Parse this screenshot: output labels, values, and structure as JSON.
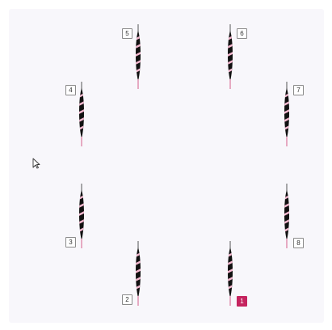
{
  "puzzle": {
    "selected_index": 0,
    "needles": [
      {
        "label": "1",
        "selected": true
      },
      {
        "label": "2",
        "selected": false
      },
      {
        "label": "3",
        "selected": false
      },
      {
        "label": "4",
        "selected": false
      },
      {
        "label": "5",
        "selected": false
      },
      {
        "label": "6",
        "selected": false
      },
      {
        "label": "7",
        "selected": false
      },
      {
        "label": "8",
        "selected": false
      }
    ]
  },
  "colors": {
    "board_background": "#f8f7fb",
    "needle_stripe_dark": "#111111",
    "needle_stripe_light": "#f4b8cf",
    "needle_tip": "#d9789c",
    "selected_badge": "#c5245f"
  },
  "icons": {
    "cursor": "mouse-pointer-icon",
    "needle": "striped-needle-icon"
  }
}
